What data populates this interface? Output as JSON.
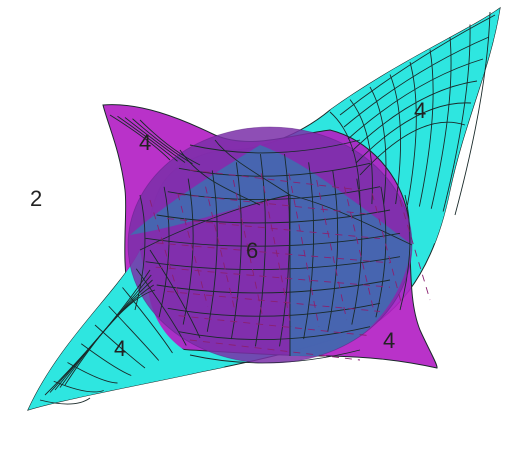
{
  "labels": {
    "outside": "2",
    "top_left_lobe": "4",
    "top_right_arm": "4",
    "bottom_left_arm": "4",
    "bottom_right_lobe": "4",
    "center_disk": "6"
  },
  "colors": {
    "cyan_sheet": "#2ee6e0",
    "magenta_sheet": "#b321c4",
    "disk": "#7a2fa8",
    "wedge": "#3d6fb0",
    "mesh_line": "#1a2a2a",
    "dash_line": "#8a2070"
  }
}
